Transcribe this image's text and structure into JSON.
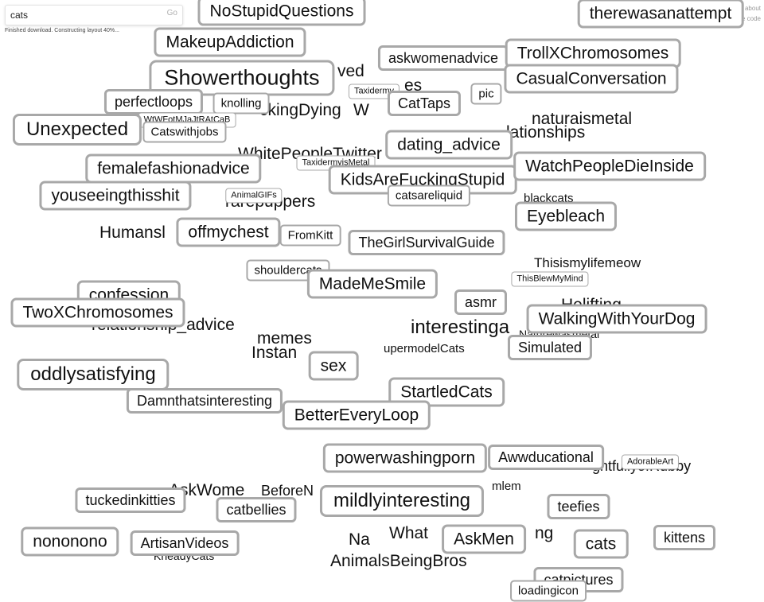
{
  "search": {
    "value": "cats",
    "go_label": "Go"
  },
  "status": "Finished download. Constructing layout 40%...",
  "links": {
    "about": "about",
    "source": "source code"
  },
  "fragments": [
    {
      "label": "ved"
    },
    {
      "label": "es"
    },
    {
      "label": "ckingDying"
    },
    {
      "label": "W"
    },
    {
      "label": "WhitePeopleTwitter"
    },
    {
      "label": "naturaismetal"
    },
    {
      "label": "lationships"
    },
    {
      "label": "blackcats"
    },
    {
      "label": "Thisismylifemeow"
    },
    {
      "label": "Helifting"
    },
    {
      "label": "interestinga"
    },
    {
      "label": "Naturewasmetal"
    },
    {
      "label": "memes"
    },
    {
      "label": "Instan"
    },
    {
      "label": "upermodelCats"
    },
    {
      "label": "relationship_advice"
    },
    {
      "label": "Humansl"
    },
    {
      "label": "rarepuppers"
    },
    {
      "label": "AskWome"
    },
    {
      "label": "BeforeN"
    },
    {
      "label": "Na"
    },
    {
      "label": "What"
    },
    {
      "label": "ng"
    },
    {
      "label": "AnimalsBeingBros"
    },
    {
      "label": "KneadyCats"
    },
    {
      "label": "ghtfullyofRubby"
    },
    {
      "label": "mlem"
    },
    {
      "label": "TrollXChromosomes"
    }
  ],
  "nodes": [
    {
      "label": "therewasanattempt"
    },
    {
      "label": "NoStupidQuestions"
    },
    {
      "label": "MakeupAddiction"
    },
    {
      "label": "askwomenadvice"
    },
    {
      "label": "TrollXChromosomes"
    },
    {
      "label": "CasualConversation"
    },
    {
      "label": "Showerthoughts"
    },
    {
      "label": "Taxidermy"
    },
    {
      "label": "pic"
    },
    {
      "label": "perfectloops"
    },
    {
      "label": "knolling"
    },
    {
      "label": "CatTaps"
    },
    {
      "label": "WtWFotMJaJtRAtCaB"
    },
    {
      "label": "Unexpected"
    },
    {
      "label": "Catswithjobs"
    },
    {
      "label": "dating_advice"
    },
    {
      "label": "femalefashionadvice"
    },
    {
      "label": "TaxidermyisMetal"
    },
    {
      "label": "KidsAreFuckingStupid"
    },
    {
      "label": "WatchPeopleDieInside"
    },
    {
      "label": "youseeingthisshit"
    },
    {
      "label": "AnimalGIFs"
    },
    {
      "label": "catsareliquid"
    },
    {
      "label": "Eyebleach"
    },
    {
      "label": "offmychest"
    },
    {
      "label": "FromKitt"
    },
    {
      "label": "TheGirlSurvivalGuide"
    },
    {
      "label": "shouldercats"
    },
    {
      "label": "MadeMeSmile"
    },
    {
      "label": "ThisBlewMyMind"
    },
    {
      "label": "confession"
    },
    {
      "label": "TwoXChromosomes"
    },
    {
      "label": "asmr"
    },
    {
      "label": "WalkingWithYourDog"
    },
    {
      "label": "Simulated"
    },
    {
      "label": "sex"
    },
    {
      "label": "oddlysatisfying"
    },
    {
      "label": "Damnthatsinteresting"
    },
    {
      "label": "StartledCats"
    },
    {
      "label": "BetterEveryLoop"
    },
    {
      "label": "powerwashingporn"
    },
    {
      "label": "Awwducational"
    },
    {
      "label": "AdorableArt"
    },
    {
      "label": "mildlyinteresting"
    },
    {
      "label": "tuckedinkitties"
    },
    {
      "label": "catbellies"
    },
    {
      "label": "teefies"
    },
    {
      "label": "nononono"
    },
    {
      "label": "ArtisanVideos"
    },
    {
      "label": "AskMen"
    },
    {
      "label": "cats"
    },
    {
      "label": "kittens"
    },
    {
      "label": "catpictures"
    },
    {
      "label": "loadingicon"
    }
  ]
}
